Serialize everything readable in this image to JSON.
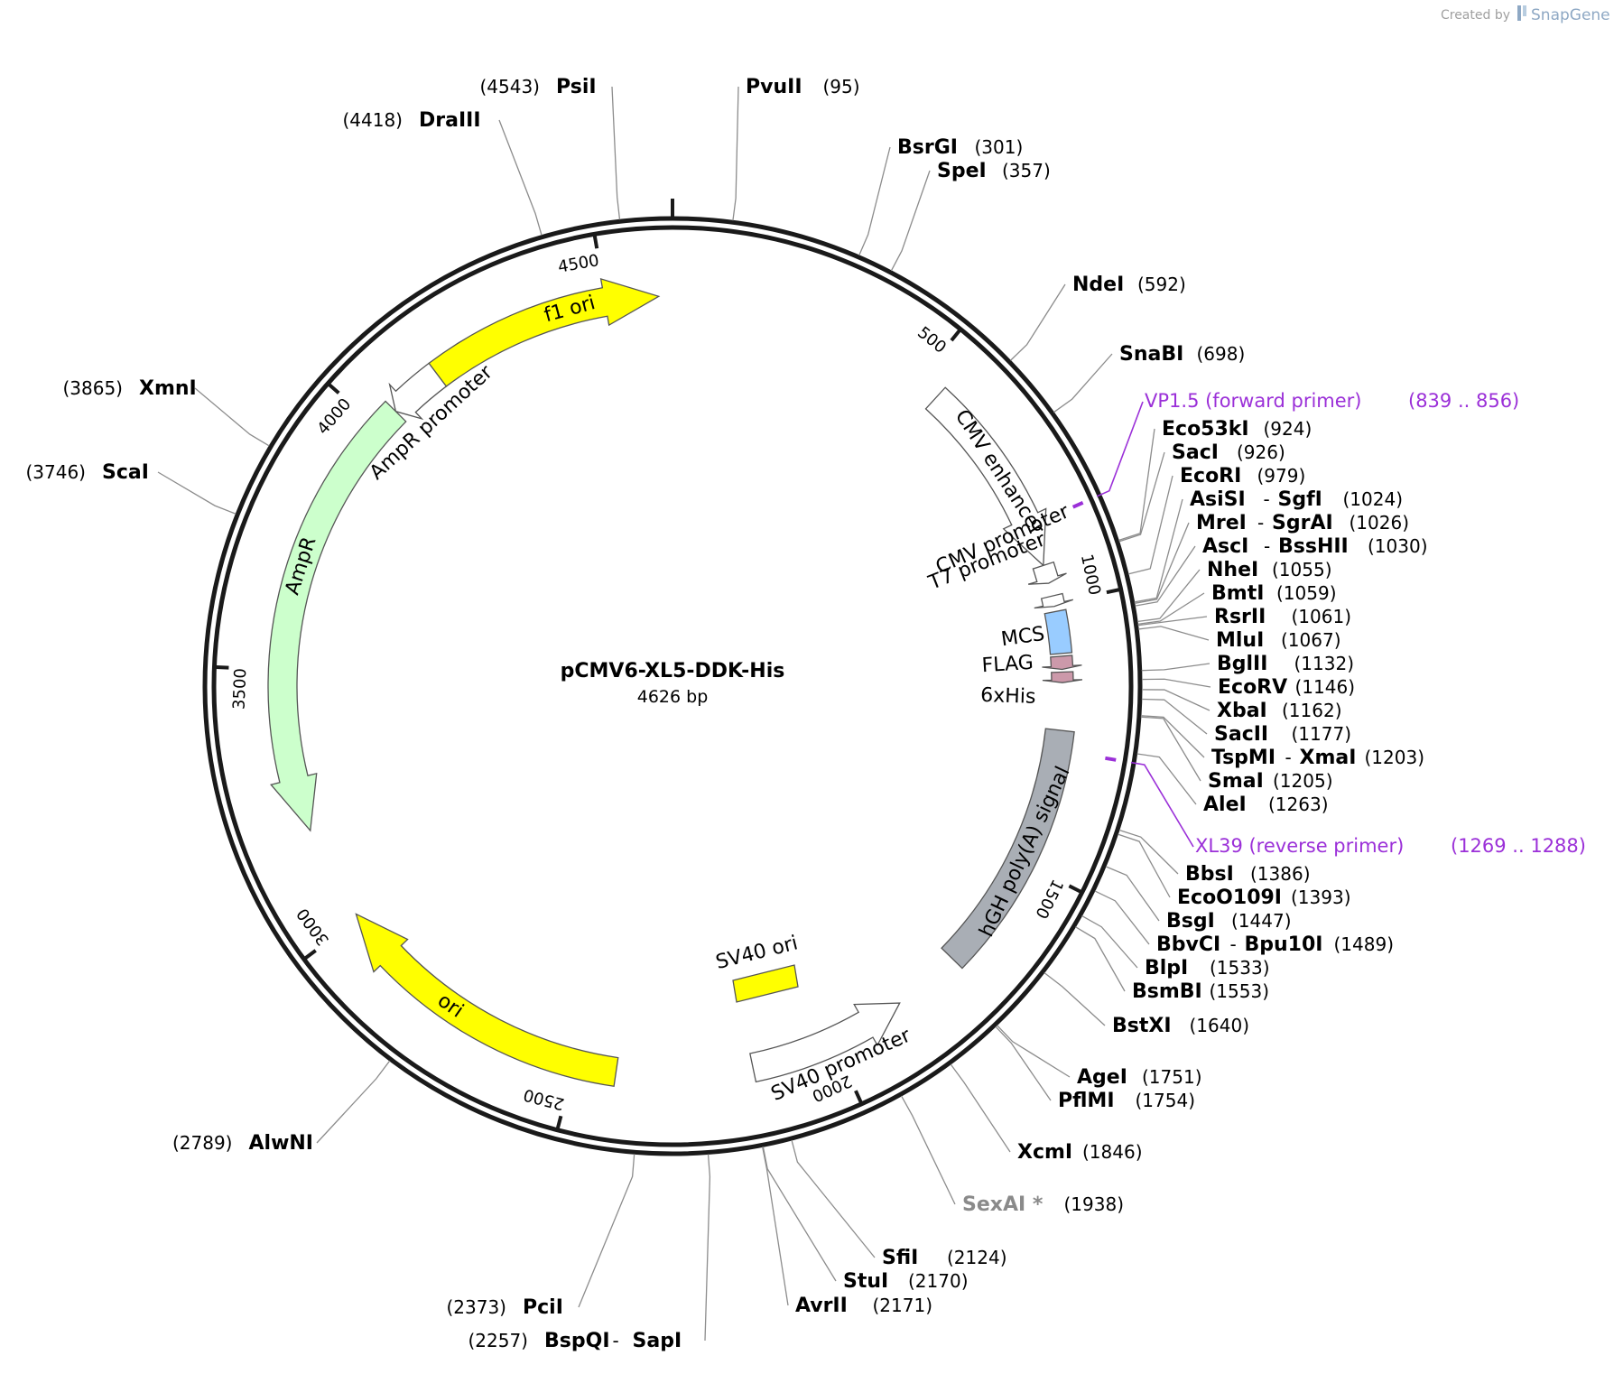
{
  "plasmid": {
    "name": "pCMV6-XL5-DDK-His",
    "length_label": "4626 bp",
    "length": 4626
  },
  "credit": {
    "prefix": "Created by",
    "brand": "SnapGene"
  },
  "ticks": [
    {
      "pos": 500,
      "label": "500"
    },
    {
      "pos": 1000,
      "label": "1000"
    },
    {
      "pos": 1500,
      "label": "1500"
    },
    {
      "pos": 2000,
      "label": "2000"
    },
    {
      "pos": 2500,
      "label": "2500"
    },
    {
      "pos": 3000,
      "label": "3000"
    },
    {
      "pos": 3500,
      "label": "3500"
    },
    {
      "pos": 4000,
      "label": "4000"
    },
    {
      "pos": 4500,
      "label": "4500"
    }
  ],
  "features": [
    {
      "name": "f1 ori",
      "start": 4150,
      "end": 4600,
      "dir": 1,
      "color": "#ffff00"
    },
    {
      "name": "AmpR promoter",
      "start": 4045,
      "end": 4150,
      "dir": -1,
      "color": "#ffffff"
    },
    {
      "name": "AmpR",
      "start": 3190,
      "end": 4045,
      "dir": -1,
      "color": "#ccffcc"
    },
    {
      "name": "ori",
      "start": 2420,
      "end": 3010,
      "dir": 1,
      "color": "#ffff00"
    },
    {
      "name": "SV40 ori",
      "start": 2260,
      "end": 2330,
      "dir": 0,
      "color": "#ffff00"
    },
    {
      "name": "SV40 promoter",
      "start": 1855,
      "end": 2160,
      "dir": -1,
      "color": "#ffffff"
    },
    {
      "name": "hGH poly(A) signal",
      "start": 1240,
      "end": 1725,
      "dir": 0,
      "color": "#a9aeb5"
    },
    {
      "name": "CMV enhancer",
      "start": 545,
      "end": 925,
      "dir": 1,
      "color": "#ffffff"
    },
    {
      "name": "CMV promoter",
      "start": 925,
      "end": 960,
      "dir": 1,
      "color": "#ffffff"
    },
    {
      "name": "T7 promoter",
      "start": 985,
      "end": 1005,
      "dir": 1,
      "color": "#ffffff"
    },
    {
      "name": "MCS",
      "start": 1015,
      "end": 1095,
      "dir": 0,
      "color": "#99ccff"
    },
    {
      "name": "FLAG",
      "start": 1100,
      "end": 1125,
      "dir": 1,
      "color": "#cc99aa"
    },
    {
      "name": "6xHis",
      "start": 1130,
      "end": 1150,
      "dir": 1,
      "color": "#cc99aa"
    }
  ],
  "sites": [
    {
      "id": "PvuII",
      "names": [
        "PvuII"
      ],
      "pos": "(95)",
      "p": 95
    },
    {
      "id": "BsrGI",
      "names": [
        "BsrGI"
      ],
      "pos": "(301)",
      "p": 301
    },
    {
      "id": "SpeI",
      "names": [
        "SpeI"
      ],
      "pos": "(357)",
      "p": 357
    },
    {
      "id": "NdeI",
      "names": [
        "NdeI"
      ],
      "pos": "(592)",
      "p": 592
    },
    {
      "id": "SnaBI",
      "names": [
        "SnaBI"
      ],
      "pos": "(698)",
      "p": 698
    },
    {
      "id": "Eco53kI",
      "names": [
        "Eco53kI"
      ],
      "pos": "(924)",
      "p": 924
    },
    {
      "id": "SacI",
      "names": [
        "SacI"
      ],
      "pos": "(926)",
      "p": 926
    },
    {
      "id": "EcoRI",
      "names": [
        "EcoRI"
      ],
      "pos": "(979)",
      "p": 979
    },
    {
      "id": "AsiSI",
      "names": [
        "AsiSI",
        "SgfI"
      ],
      "pos": "(1024)",
      "p": 1024
    },
    {
      "id": "MreI",
      "names": [
        "MreI",
        "SgrAI"
      ],
      "pos": "(1026)",
      "p": 1026
    },
    {
      "id": "AscI",
      "names": [
        "AscI",
        "BssHII"
      ],
      "pos": "(1030)",
      "p": 1030
    },
    {
      "id": "NheI",
      "names": [
        "NheI"
      ],
      "pos": "(1055)",
      "p": 1055
    },
    {
      "id": "BmtI",
      "names": [
        "BmtI"
      ],
      "pos": "(1059)",
      "p": 1059
    },
    {
      "id": "RsrII",
      "names": [
        "RsrII"
      ],
      "pos": "(1061)",
      "p": 1061
    },
    {
      "id": "MluI",
      "names": [
        "MluI"
      ],
      "pos": "(1067)",
      "p": 1067
    },
    {
      "id": "BglII",
      "names": [
        "BglII"
      ],
      "pos": "(1132)",
      "p": 1132
    },
    {
      "id": "EcoRV",
      "names": [
        "EcoRV"
      ],
      "pos": "(1146)",
      "p": 1146
    },
    {
      "id": "XbaI",
      "names": [
        "XbaI"
      ],
      "pos": "(1162)",
      "p": 1162
    },
    {
      "id": "SacII",
      "names": [
        "SacII"
      ],
      "pos": "(1177)",
      "p": 1177
    },
    {
      "id": "TspMI",
      "names": [
        "TspMI",
        "XmaI"
      ],
      "pos": "(1203)",
      "p": 1203
    },
    {
      "id": "SmaI",
      "names": [
        "SmaI"
      ],
      "pos": "(1205)",
      "p": 1205
    },
    {
      "id": "AleI",
      "names": [
        "AleI"
      ],
      "pos": "(1263)",
      "p": 1263
    },
    {
      "id": "BbsI",
      "names": [
        "BbsI"
      ],
      "pos": "(1386)",
      "p": 1386
    },
    {
      "id": "EcoO109I",
      "names": [
        "EcoO109I"
      ],
      "pos": "(1393)",
      "p": 1393
    },
    {
      "id": "BsgI",
      "names": [
        "BsgI"
      ],
      "pos": "(1447)",
      "p": 1447
    },
    {
      "id": "BbvCI",
      "names": [
        "BbvCI",
        "Bpu10I"
      ],
      "pos": "(1489)",
      "p": 1489
    },
    {
      "id": "BlpI",
      "names": [
        "BlpI"
      ],
      "pos": "(1533)",
      "p": 1533
    },
    {
      "id": "BsmBI",
      "names": [
        "BsmBI"
      ],
      "pos": "(1553)",
      "p": 1553
    },
    {
      "id": "BstXI",
      "names": [
        "BstXI"
      ],
      "pos": "(1640)",
      "p": 1640
    },
    {
      "id": "AgeI",
      "names": [
        "AgeI"
      ],
      "pos": "(1751)",
      "p": 1751
    },
    {
      "id": "PflMI",
      "names": [
        "PflMI"
      ],
      "pos": "(1754)",
      "p": 1754
    },
    {
      "id": "XcmI",
      "names": [
        "XcmI"
      ],
      "pos": "(1846)",
      "p": 1846
    },
    {
      "id": "SexAI",
      "names": [
        "SexAI *"
      ],
      "pos": "(1938)",
      "p": 1938,
      "grey": true
    },
    {
      "id": "SfiI",
      "names": [
        "SfiI"
      ],
      "pos": "(2124)",
      "p": 2124
    },
    {
      "id": "StuI",
      "names": [
        "StuI"
      ],
      "pos": "(2170)",
      "p": 2170
    },
    {
      "id": "AvrII",
      "names": [
        "AvrII"
      ],
      "pos": "(2171)",
      "p": 2171
    },
    {
      "id": "PciI",
      "names": [
        "PciI"
      ],
      "pos": "(2373)",
      "p": 2373
    },
    {
      "id": "BspQI",
      "names": [
        "BspQI",
        "SapI"
      ],
      "pos": "(2257)",
      "p": 2257
    },
    {
      "id": "AlwNI",
      "names": [
        "AlwNI"
      ],
      "pos": "(2789)",
      "p": 2789
    },
    {
      "id": "ScaI",
      "names": [
        "ScaI"
      ],
      "pos": "(3746)",
      "p": 3746
    },
    {
      "id": "XmnI",
      "names": [
        "XmnI"
      ],
      "pos": "(3865)",
      "p": 3865
    },
    {
      "id": "DraIII",
      "names": [
        "DraIII"
      ],
      "pos": "(4418)",
      "p": 4418
    },
    {
      "id": "PsiI",
      "names": [
        "PsiI"
      ],
      "pos": "(4543)",
      "p": 4543
    }
  ],
  "primers": [
    {
      "id": "VP1.5",
      "name": "VP1.5 (forward primer)",
      "range": "(839 .. 856)",
      "p": 847,
      "color": "#9b30d8"
    },
    {
      "id": "XL39",
      "name": "XL39 (reverse primer)",
      "range": "(1269 .. 1288)",
      "p": 1278,
      "color": "#9b30d8"
    }
  ]
}
